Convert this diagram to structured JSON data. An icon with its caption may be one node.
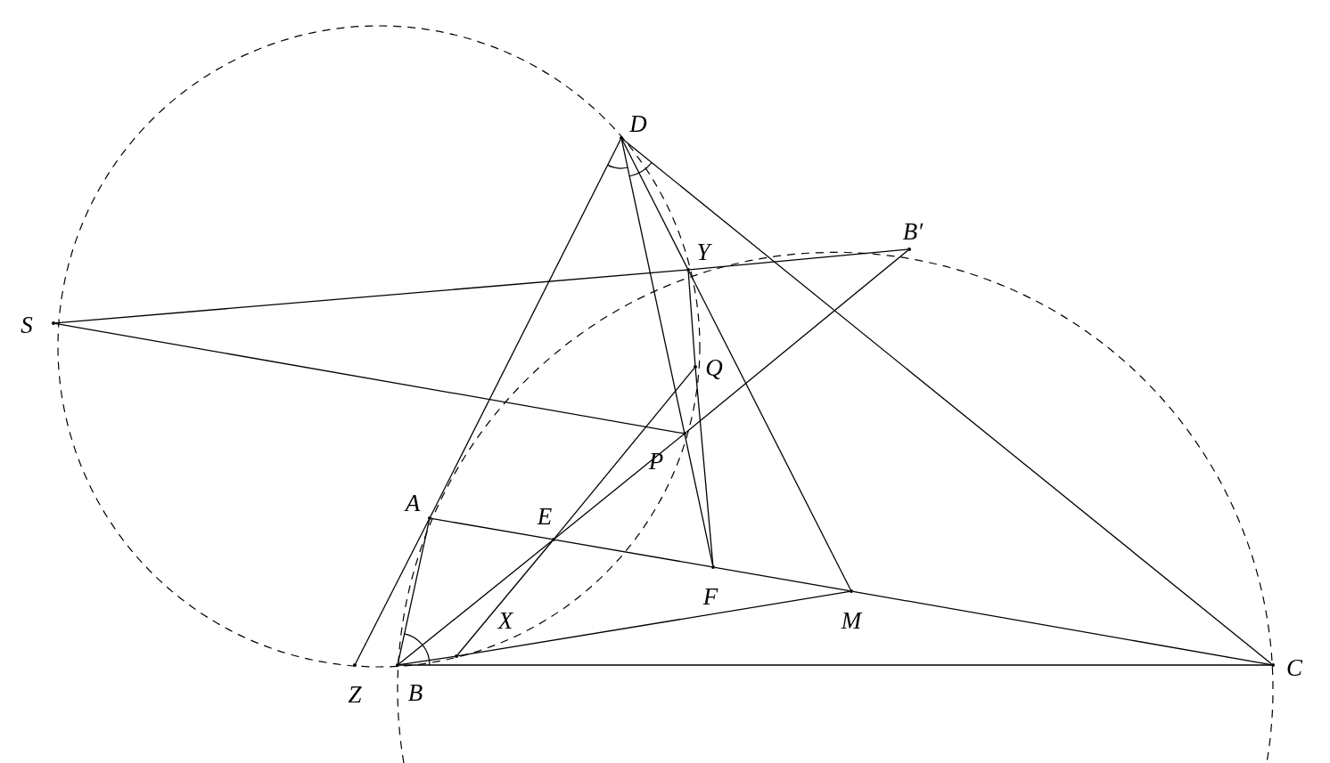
{
  "diagram": {
    "nodes": [
      {
        "text": [
          "D"
        ]
      },
      {
        "text": [
          "B′"
        ]
      },
      {
        "text": [
          "Y"
        ]
      },
      {
        "text": [
          "S"
        ]
      },
      {
        "text": [
          "Q"
        ]
      },
      {
        "text": [
          "P"
        ]
      },
      {
        "text": [
          "A"
        ]
      },
      {
        "text": [
          "E"
        ]
      },
      {
        "text": [
          "F"
        ]
      },
      {
        "text": [
          "X"
        ]
      },
      {
        "text": [
          "M"
        ]
      },
      {
        "text": [
          "Z"
        ]
      },
      {
        "text": [
          "B"
        ]
      },
      {
        "text": [
          "C"
        ]
      }
    ],
    "edges": [
      {
        "from": 0,
        "to": 6,
        "arrow": "none"
      },
      {
        "from": 6,
        "to": 11,
        "arrow": "none"
      },
      {
        "from": 6,
        "to": 12,
        "arrow": "none"
      },
      {
        "from": 6,
        "to": 7,
        "arrow": "none"
      },
      {
        "from": 7,
        "to": 8,
        "arrow": "none"
      },
      {
        "from": 8,
        "to": 10,
        "arrow": "none"
      },
      {
        "from": 10,
        "to": 13,
        "arrow": "none"
      },
      {
        "from": 12,
        "to": 13,
        "arrow": "none"
      },
      {
        "from": 12,
        "to": 9,
        "arrow": "none"
      },
      {
        "from": 9,
        "to": 10,
        "arrow": "none"
      },
      {
        "from": 12,
        "to": 7,
        "arrow": "none"
      },
      {
        "from": 7,
        "to": 5,
        "arrow": "none"
      },
      {
        "from": 5,
        "to": 1,
        "arrow": "none"
      },
      {
        "from": 9,
        "to": 7,
        "arrow": "none"
      },
      {
        "from": 7,
        "to": 4,
        "arrow": "none"
      },
      {
        "from": 3,
        "to": 2,
        "arrow": "none"
      },
      {
        "from": 2,
        "to": 1,
        "arrow": "none"
      },
      {
        "from": 3,
        "to": 5,
        "arrow": "none"
      },
      {
        "from": 0,
        "to": 13,
        "arrow": "none"
      },
      {
        "from": 0,
        "to": 8,
        "arrow": "none"
      },
      {
        "from": 0,
        "to": 2,
        "arrow": "none"
      },
      {
        "from": 2,
        "to": 10,
        "arrow": "none"
      },
      {
        "from": 2,
        "to": 4,
        "arrow": "none"
      },
      {
        "from": 4,
        "to": 8,
        "arrow": "none"
      }
    ]
  }
}
